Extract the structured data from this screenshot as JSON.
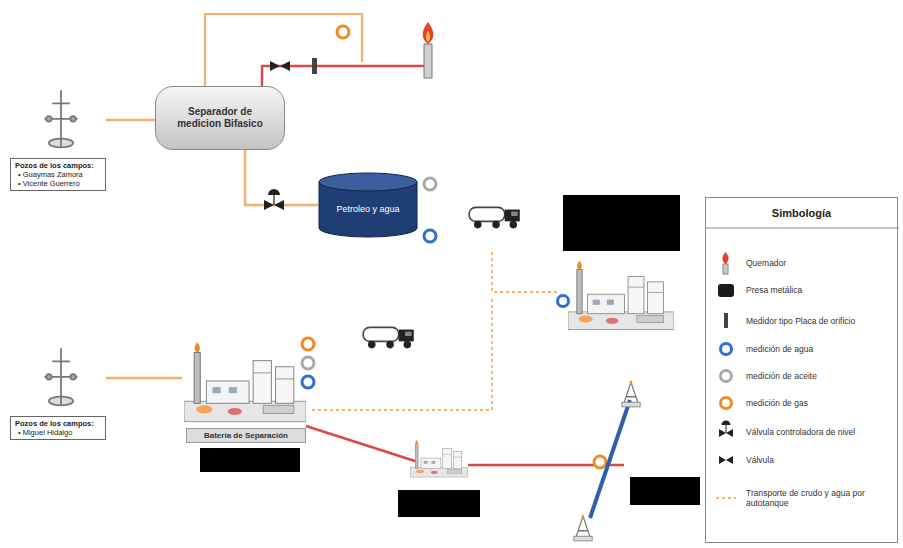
{
  "diagram": {
    "nodes": [
      {
        "text": [
          "Pozos de los campos:",
          "• Guaymas Zamora",
          "• Vicente Guerrero"
        ]
      },
      {
        "text": [
          "Separador de medicion Bifasico"
        ]
      },
      {
        "text": [
          "Petroleo y agua"
        ]
      },
      {
        "text": [
          "Pozos de los campos:",
          "• Miguel Hidalgo"
        ]
      },
      {
        "text": [
          "Batería de Separación"
        ]
      }
    ],
    "edges": [
      {
        "from": 0,
        "to": 1,
        "arrow": "none"
      },
      {
        "from": 1,
        "to": 2,
        "arrow": "none"
      },
      {
        "from": 3,
        "to": 4,
        "arrow": "none"
      }
    ],
    "labels": [
      "Simbología"
    ],
    "legend": [
      {
        "text": "Quemador"
      },
      {
        "text": "Presa metálica"
      },
      {
        "text": "Medidor tipo Placa de orificio"
      },
      {
        "text": "medición de agua"
      },
      {
        "text": "medición de aceite"
      },
      {
        "text": "medición de gas"
      },
      {
        "text": "Válvula controladora de nivel"
      },
      {
        "text": "Válvula"
      },
      {
        "text": "Transporte de crudo y agua por autotanque"
      }
    ]
  }
}
